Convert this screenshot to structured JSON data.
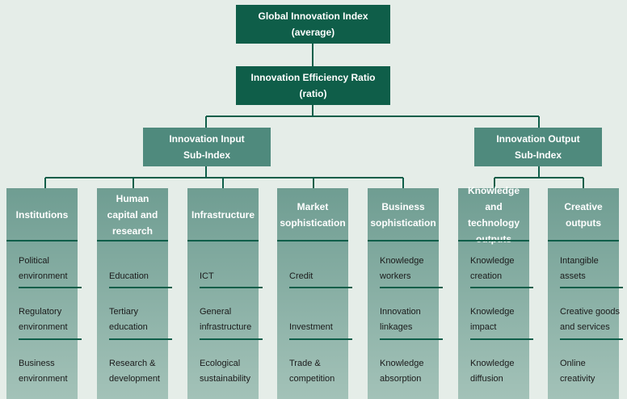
{
  "root": {
    "title": "Global Innovation Index\n(average)"
  },
  "ratio": {
    "title": "Innovation Efficiency Ratio\n(ratio)"
  },
  "input_index": {
    "title": "Innovation Input\nSub-Index"
  },
  "output_index": {
    "title": "Innovation Output\nSub-Index"
  },
  "colors": {
    "dark_green": "#0f5e49",
    "mid_green": "#4f8a7d",
    "background": "#e5ede8"
  },
  "pillars": [
    {
      "title": "Institutions",
      "items": [
        "Political\nenvironment",
        "Regulatory\nenvironment",
        "Business\nenvironment"
      ]
    },
    {
      "title": "Human\ncapital and\nresearch",
      "items": [
        "Education",
        "Tertiary\neducation",
        "Research &\ndevelopment"
      ]
    },
    {
      "title": "Infrastructure",
      "items": [
        "ICT",
        "General\ninfrastructure",
        "Ecological\nsustainability"
      ]
    },
    {
      "title": "Market\nsophistication",
      "items": [
        "Credit",
        "Investment",
        "Trade &\ncompetition"
      ]
    },
    {
      "title": "Business\nsophistication",
      "items": [
        "Knowledge\nworkers",
        "Innovation\nlinkages",
        "Knowledge\nabsorption"
      ]
    },
    {
      "title": "Knowledge and\ntechnology\noutputs",
      "items": [
        "Knowledge\ncreation",
        "Knowledge\nimpact",
        "Knowledge\ndiffusion"
      ]
    },
    {
      "title": "Creative\noutputs",
      "items": [
        "Intangible\nassets",
        "Creative goods\nand services",
        "Online\ncreativity"
      ]
    }
  ]
}
